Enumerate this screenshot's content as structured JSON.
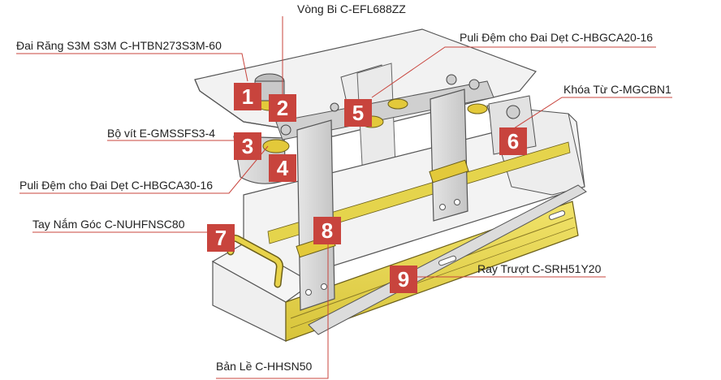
{
  "callouts": [
    {
      "number": "1",
      "label": "Đai Răng S3M S3M C-HTBN273S3M-60"
    },
    {
      "number": "2",
      "label": "Vòng Bi C-EFL688ZZ"
    },
    {
      "number": "3",
      "label": "Bộ vít E-GMSSFS3-4"
    },
    {
      "number": "4",
      "label": "Puli Đệm cho Đai Dẹt C-HBGCA30-16"
    },
    {
      "number": "5",
      "label": "Puli Đệm cho Đai Dẹt C-HBGCA20-16"
    },
    {
      "number": "6",
      "label": "Khóa Từ  C-MGCBN1"
    },
    {
      "number": "7",
      "label": "Tay Nắm Góc C-NUHFNSC80"
    },
    {
      "number": "8",
      "label": "Bản Lề C-HHSN50"
    },
    {
      "number": "9",
      "label": "Ray Trượt C-SRH51Y20"
    }
  ],
  "colors": {
    "badge": "#c8443d",
    "leader": "#c8443d",
    "rail_yellow": "#e8d84a",
    "metal": "#d9d9d9",
    "outline": "#444444"
  }
}
